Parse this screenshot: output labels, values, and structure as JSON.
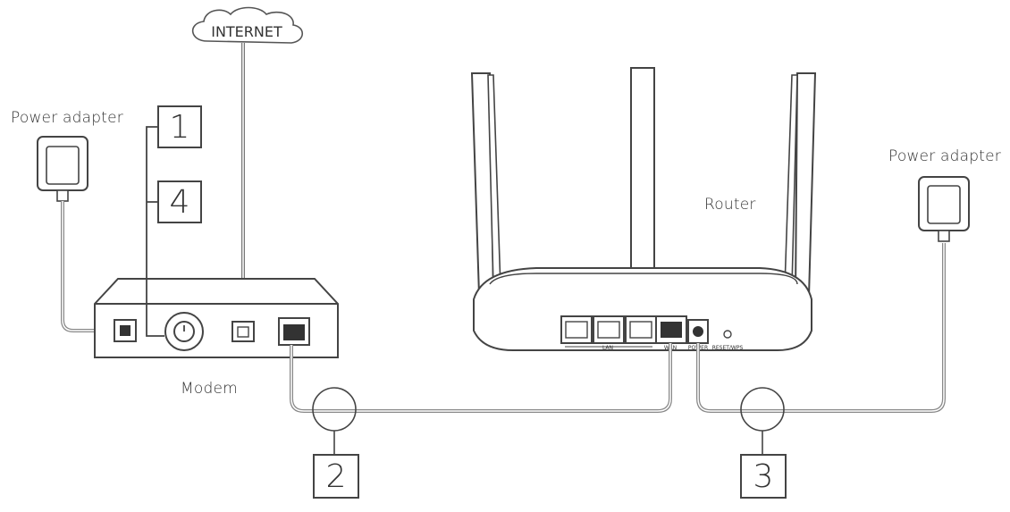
{
  "cloud_label": "INTERNET",
  "left_adapter_label": "Power adapter",
  "right_adapter_label": "Power adapter",
  "modem_label": "Modem",
  "router_label": "Router",
  "steps": [
    "1",
    "4",
    "2",
    "3"
  ],
  "router_ports": {
    "lan": "LAN",
    "wan": "WAN",
    "power": "POWER",
    "reset": "RESET/WPS"
  }
}
